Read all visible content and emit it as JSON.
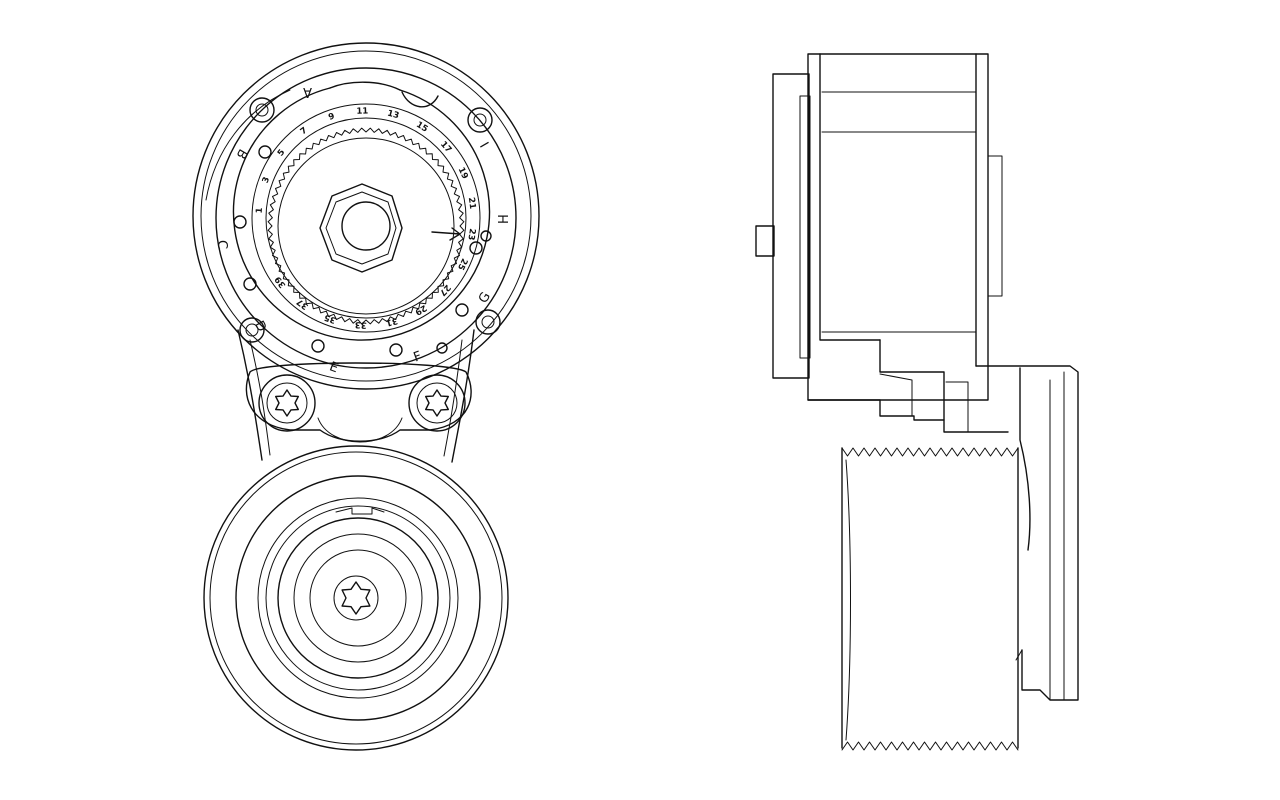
{
  "colors": {
    "line": "#111111",
    "background": "#ffffff"
  },
  "dial": {
    "letter_marks": [
      "A",
      "B",
      "C",
      "D",
      "E",
      "F",
      "G",
      "H",
      "I"
    ],
    "scale_numbers": [
      "1",
      "3",
      "5",
      "7",
      "9",
      "11",
      "13",
      "15",
      "17",
      "19",
      "21",
      "23",
      "25",
      "27",
      "29",
      "31",
      "33",
      "35",
      "37",
      "39"
    ]
  }
}
